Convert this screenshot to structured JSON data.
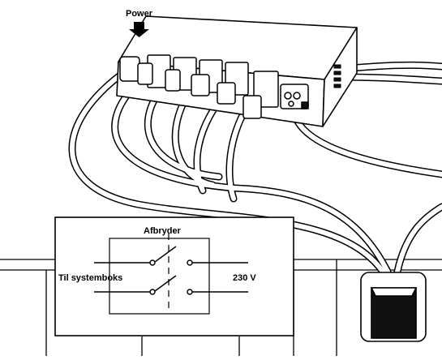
{
  "labels": {
    "power": "Power",
    "switch_title": "Afbryder",
    "left_label": "Til systemboks",
    "right_label": "230 V"
  },
  "colors": {
    "line": "#000000",
    "background": "#ffffff",
    "socket_dark": "#111111"
  },
  "icons": {
    "power_arrow": "down-arrow-icon",
    "wall_switch": "rocker-switch-icon"
  }
}
